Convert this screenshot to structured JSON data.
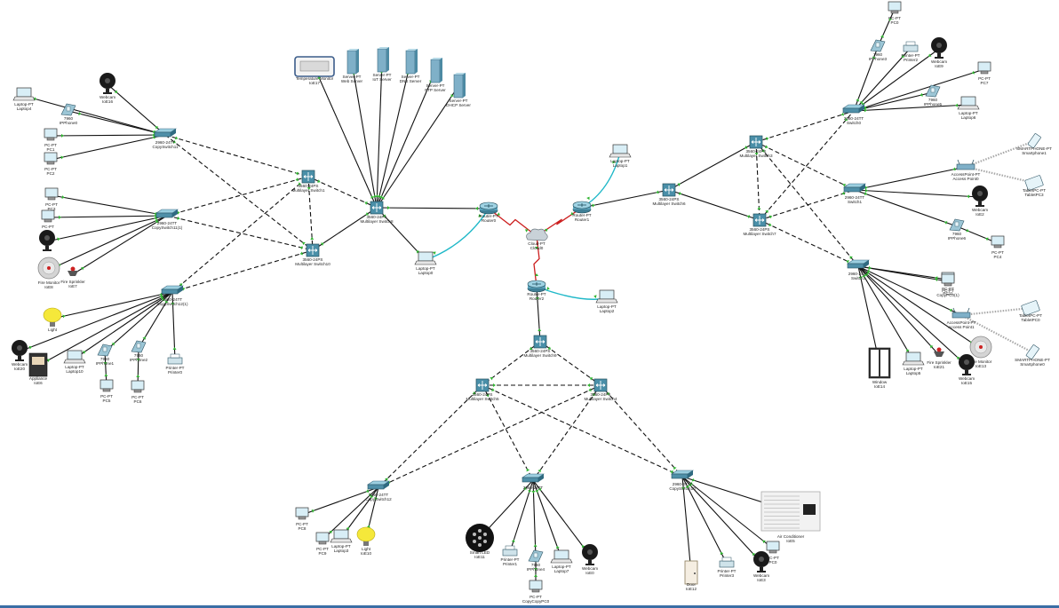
{
  "colors": {
    "ethernet": "#111111",
    "serial": "#cc1f1f",
    "console": "#1fb8c8",
    "port": "#31b431",
    "bottom_bar": "#3a6ea5"
  },
  "nodes": [
    {
      "id": "n1",
      "label": "Laptop-PT",
      "sub": "Laptop4",
      "type": "laptop"
    },
    {
      "id": "n2",
      "label": "Webcam",
      "sub": "IoE16",
      "type": "webcam"
    },
    {
      "id": "n3",
      "label": "7960",
      "sub": "IPPhone0",
      "type": "ipphone"
    },
    {
      "id": "n4",
      "label": "PC-PT",
      "sub": "PC1",
      "type": "pc"
    },
    {
      "id": "n5",
      "label": "PC-PT",
      "sub": "PC2",
      "type": "pc"
    },
    {
      "id": "n6",
      "label": "2960-24TT",
      "sub": "CopySwitch11",
      "type": "switch"
    },
    {
      "id": "n7",
      "label": "PC-PT",
      "sub": "PC3",
      "type": "pc"
    },
    {
      "id": "n8",
      "label": "PC-PT",
      "sub": "",
      "type": "pc"
    },
    {
      "id": "n9",
      "label": "2960-24TT",
      "sub": "CopySwitch11(1)",
      "type": "switch"
    },
    {
      "id": "n10",
      "label": "",
      "sub": "",
      "type": "webcam"
    },
    {
      "id": "n11",
      "label": "Fire Monitor",
      "sub": "IoE8",
      "type": "firemon"
    },
    {
      "id": "n12",
      "label": "Fire Sprinkler",
      "sub": "IoE7",
      "type": "sprinkler"
    },
    {
      "id": "n13",
      "label": "3560-24PS",
      "sub": "Multilayer Switch1",
      "type": "mls"
    },
    {
      "id": "n14",
      "label": "3560-24PS",
      "sub": "Multilayer Switch10",
      "type": "mls"
    },
    {
      "id": "n15",
      "label": "2960-24TT",
      "sub": "CopySwitch12(1)",
      "type": "switch"
    },
    {
      "id": "n16",
      "label": "Light",
      "sub": "",
      "type": "light"
    },
    {
      "id": "n17",
      "label": "Webcam",
      "sub": "IoE20",
      "type": "webcam"
    },
    {
      "id": "n18",
      "label": "Appliance",
      "sub": "IoE6",
      "type": "appliance"
    },
    {
      "id": "n19",
      "label": "Laptop-PT",
      "sub": "Laptop10",
      "type": "laptop"
    },
    {
      "id": "n20",
      "label": "7960",
      "sub": "IPPhone1",
      "type": "ipphone"
    },
    {
      "id": "n21",
      "label": "PC-PT",
      "sub": "PC5",
      "type": "pc"
    },
    {
      "id": "n22",
      "label": "7960",
      "sub": "IPPhone2",
      "type": "ipphone"
    },
    {
      "id": "n23",
      "label": "PC-PT",
      "sub": "PC6",
      "type": "pc"
    },
    {
      "id": "n24",
      "label": "Printer-PT",
      "sub": "Printer0",
      "type": "printer"
    },
    {
      "id": "n25",
      "label": "Temperature Monitor",
      "sub": "IoE17",
      "type": "tempmon"
    },
    {
      "id": "n26",
      "label": "Server-PT",
      "sub": "Web Server",
      "type": "server"
    },
    {
      "id": "n27",
      "label": "Server-PT",
      "sub": "IoT Server",
      "type": "server"
    },
    {
      "id": "n28",
      "label": "Server-PT",
      "sub": "DNS Server",
      "type": "server"
    },
    {
      "id": "n29",
      "label": "Server-PT",
      "sub": "FTP Server",
      "type": "server"
    },
    {
      "id": "n30",
      "label": "Server-PT",
      "sub": "DHCP Server",
      "type": "server"
    },
    {
      "id": "n31",
      "label": "3560-24PS",
      "sub": "Multilayer Switch8",
      "type": "mls"
    },
    {
      "id": "n32",
      "label": "Laptop-PT",
      "sub": "Laptop0",
      "type": "laptop"
    },
    {
      "id": "n33",
      "label": "Router-PT",
      "sub": "Router0",
      "type": "router"
    },
    {
      "id": "n34",
      "label": "Cloud-PT",
      "sub": "Cloud0",
      "type": "cloud"
    },
    {
      "id": "n35",
      "label": "Router-PT",
      "sub": "Router1",
      "type": "router"
    },
    {
      "id": "n36",
      "label": "Laptop-PT",
      "sub": "Laptop1",
      "type": "laptop"
    },
    {
      "id": "n37",
      "label": "3560-24PS",
      "sub": "Multilayer Switch6",
      "type": "mls"
    },
    {
      "id": "n38",
      "label": "Router-PT",
      "sub": "Router2",
      "type": "router"
    },
    {
      "id": "n39",
      "label": "Laptop-PT",
      "sub": "Laptop2",
      "type": "laptop"
    },
    {
      "id": "n40",
      "label": "3560-24PS",
      "sub": "Multilayer Switch9",
      "type": "mls"
    },
    {
      "id": "n41",
      "label": "3560-24PS",
      "sub": "Multilayer Switch5",
      "type": "mls"
    },
    {
      "id": "n42",
      "label": "3560-24PS",
      "sub": "Multilayer Switch4",
      "type": "mls"
    },
    {
      "id": "n43",
      "label": "2960-24TT",
      "sub": "CopySwitch12",
      "type": "switch"
    },
    {
      "id": "n44",
      "label": "2960-24TT",
      "sub": "",
      "type": "switch"
    },
    {
      "id": "n45",
      "label": "2960-24TT",
      "sub": "CopySwitch10",
      "type": "switch"
    },
    {
      "id": "n46",
      "label": "PC-PT",
      "sub": "PC8",
      "type": "pc"
    },
    {
      "id": "n47",
      "label": "PC-PT",
      "sub": "PC9",
      "type": "pc"
    },
    {
      "id": "n48",
      "label": "Laptop-PT",
      "sub": "Laptop3",
      "type": "laptop"
    },
    {
      "id": "n49",
      "label": "Light",
      "sub": "IoE10",
      "type": "light"
    },
    {
      "id": "n50",
      "label": "Smart LED",
      "sub": "IoE11",
      "type": "smartled"
    },
    {
      "id": "n51",
      "label": "Printer-PT",
      "sub": "Printer1",
      "type": "printer"
    },
    {
      "id": "n52",
      "label": "7960",
      "sub": "IPPhone4",
      "type": "ipphone"
    },
    {
      "id": "n53",
      "label": "Laptop-PT",
      "sub": "Laptop7",
      "type": "laptop"
    },
    {
      "id": "n54",
      "label": "Webcam",
      "sub": "IoE0",
      "type": "webcam"
    },
    {
      "id": "n55",
      "label": "PC-PT",
      "sub": "CopyCopyPC0",
      "type": "pc"
    },
    {
      "id": "n56",
      "label": "Door",
      "sub": "IoE12",
      "type": "door"
    },
    {
      "id": "n57",
      "label": "Printer-PT",
      "sub": "Printer3",
      "type": "printer"
    },
    {
      "id": "n58",
      "label": "Webcam",
      "sub": "IoE3",
      "type": "webcam"
    },
    {
      "id": "n59",
      "label": "PC-PT",
      "sub": "PC0",
      "type": "pc"
    },
    {
      "id": "n60",
      "label": "Air Conditioner",
      "sub": "IoE5",
      "type": "aircon"
    },
    {
      "id": "n61",
      "label": "3560-24PS",
      "sub": "Multilayer Switch3",
      "type": "mls"
    },
    {
      "id": "n62",
      "label": "3560-24PS",
      "sub": "Multilayer Switch7",
      "type": "mls"
    },
    {
      "id": "n63",
      "label": "2960-24TT",
      "sub": "Switch0",
      "type": "switch"
    },
    {
      "id": "n64",
      "label": "2960-24TT",
      "sub": "Switch1",
      "type": "switch"
    },
    {
      "id": "n65",
      "label": "2960-24TT",
      "sub": "Switch2",
      "type": "switch"
    },
    {
      "id": "n66",
      "label": "PC-PT",
      "sub": "PC4",
      "type": "pc"
    },
    {
      "id": "n67",
      "label": "7960",
      "sub": "IPPhone3",
      "type": "ipphone"
    },
    {
      "id": "n68",
      "label": "Printer-PT",
      "sub": "Printer2",
      "type": "printer"
    },
    {
      "id": "n69",
      "label": "Webcam",
      "sub": "IoE9",
      "type": "webcam"
    },
    {
      "id": "n70",
      "label": "PC-PT",
      "sub": "PC7",
      "type": "pc"
    },
    {
      "id": "n71",
      "label": "7960",
      "sub": "IPPhone5",
      "type": "ipphone"
    },
    {
      "id": "n72",
      "label": "Laptop-PT",
      "sub": "Laptop6",
      "type": "laptop"
    },
    {
      "id": "n73",
      "label": "SMARTPHONE-PT",
      "sub": "Smartphone1",
      "type": "phone"
    },
    {
      "id": "n74",
      "label": "AccessPoint-PT",
      "sub": "Access Point0",
      "type": "ap"
    },
    {
      "id": "n75",
      "label": "TabletPC-PT",
      "sub": "TabletPC3",
      "type": "tablet"
    },
    {
      "id": "n76",
      "label": "Webcam",
      "sub": "IoE2",
      "type": "webcam"
    },
    {
      "id": "n77",
      "label": "7960",
      "sub": "IPPhone6",
      "type": "ipphone"
    },
    {
      "id": "n78",
      "label": "PC-PT",
      "sub": "PC11",
      "type": "pc"
    },
    {
      "id": "n79",
      "label": "PC-PT",
      "sub": "CopyPC0(1)",
      "type": "pc"
    },
    {
      "id": "n80",
      "label": "AccessPoint-PT",
      "sub": "Access Point1",
      "type": "ap"
    },
    {
      "id": "n81",
      "label": "TabletPC-PT",
      "sub": "TabletPC0",
      "type": "tablet"
    },
    {
      "id": "n82",
      "label": "SMARTPHONE-PT",
      "sub": "Smartphone0",
      "type": "phone"
    },
    {
      "id": "n83",
      "label": "Window",
      "sub": "IoE14",
      "type": "window"
    },
    {
      "id": "n84",
      "label": "Laptop-PT",
      "sub": "Laptop5",
      "type": "laptop"
    },
    {
      "id": "n85",
      "label": "Fire Sprinkler",
      "sub": "IoE21",
      "type": "sprinkler"
    },
    {
      "id": "n86",
      "label": "Webcam",
      "sub": "IoE15",
      "type": "webcam"
    },
    {
      "id": "n87",
      "label": "Fire Monitor",
      "sub": "IoE13",
      "type": "firemon"
    },
    {
      "id": "n88",
      "label": "PC-PT",
      "sub": "PC0",
      "type": "pc"
    }
  ],
  "links": [
    [
      "n1",
      "n6",
      "eth"
    ],
    [
      "n2",
      "n6",
      "eth"
    ],
    [
      "n3",
      "n6",
      "eth"
    ],
    [
      "n4",
      "n6",
      "eth"
    ],
    [
      "n5",
      "n6",
      "eth"
    ],
    [
      "n6",
      "n13",
      "dash"
    ],
    [
      "n6",
      "n14",
      "dash"
    ],
    [
      "n7",
      "n9",
      "eth"
    ],
    [
      "n8",
      "n9",
      "eth"
    ],
    [
      "n10",
      "n9",
      "eth"
    ],
    [
      "n11",
      "n9",
      "eth"
    ],
    [
      "n12",
      "n9",
      "eth"
    ],
    [
      "n9",
      "n13",
      "dash"
    ],
    [
      "n9",
      "n14",
      "dash"
    ],
    [
      "n15",
      "n13",
      "dash"
    ],
    [
      "n15",
      "n14",
      "dash"
    ],
    [
      "n16",
      "n15",
      "eth"
    ],
    [
      "n17",
      "n15",
      "eth"
    ],
    [
      "n18",
      "n15",
      "eth"
    ],
    [
      "n19",
      "n15",
      "eth"
    ],
    [
      "n20",
      "n15",
      "eth"
    ],
    [
      "n22",
      "n15",
      "eth"
    ],
    [
      "n24",
      "n15",
      "eth"
    ],
    [
      "n20",
      "n21",
      "eth"
    ],
    [
      "n22",
      "n23",
      "eth"
    ],
    [
      "n13",
      "n31",
      "dash"
    ],
    [
      "n14",
      "n31",
      "eth"
    ],
    [
      "n13",
      "n14",
      "dash"
    ],
    [
      "n25",
      "n31",
      "eth"
    ],
    [
      "n26",
      "n31",
      "eth"
    ],
    [
      "n27",
      "n31",
      "eth"
    ],
    [
      "n28",
      "n31",
      "eth"
    ],
    [
      "n29",
      "n31",
      "eth"
    ],
    [
      "n30",
      "n31",
      "eth"
    ],
    [
      "n31",
      "n33",
      "eth"
    ],
    [
      "n31",
      "n32",
      "eth"
    ],
    [
      "n32",
      "n33",
      "console"
    ],
    [
      "n33",
      "n34",
      "serial"
    ],
    [
      "n35",
      "n34",
      "serial"
    ],
    [
      "n38",
      "n34",
      "serial"
    ],
    [
      "n35",
      "n36",
      "console"
    ],
    [
      "n35",
      "n37",
      "eth"
    ],
    [
      "n38",
      "n39",
      "console"
    ],
    [
      "n38",
      "n40",
      "eth"
    ],
    [
      "n40",
      "n41",
      "dash"
    ],
    [
      "n40",
      "n42",
      "dash"
    ],
    [
      "n41",
      "n42",
      "dash"
    ],
    [
      "n41",
      "n43",
      "dash"
    ],
    [
      "n41",
      "n44",
      "dash"
    ],
    [
      "n41",
      "n45",
      "dash"
    ],
    [
      "n42",
      "n43",
      "dash"
    ],
    [
      "n42",
      "n44",
      "dash"
    ],
    [
      "n42",
      "n45",
      "dash"
    ],
    [
      "n46",
      "n43",
      "eth"
    ],
    [
      "n47",
      "n43",
      "eth"
    ],
    [
      "n48",
      "n43",
      "eth"
    ],
    [
      "n49",
      "n43",
      "eth"
    ],
    [
      "n50",
      "n44",
      "eth"
    ],
    [
      "n51",
      "n44",
      "eth"
    ],
    [
      "n52",
      "n44",
      "eth"
    ],
    [
      "n53",
      "n44",
      "eth"
    ],
    [
      "n54",
      "n44",
      "eth"
    ],
    [
      "n52",
      "n55",
      "eth"
    ],
    [
      "n56",
      "n45",
      "eth"
    ],
    [
      "n57",
      "n45",
      "eth"
    ],
    [
      "n58",
      "n45",
      "eth"
    ],
    [
      "n59",
      "n45",
      "eth"
    ],
    [
      "n60",
      "n45",
      "eth"
    ],
    [
      "n37",
      "n61",
      "eth"
    ],
    [
      "n37",
      "n62",
      "eth"
    ],
    [
      "n61",
      "n62",
      "dash"
    ],
    [
      "n61",
      "n63",
      "dash"
    ],
    [
      "n61",
      "n64",
      "dash"
    ],
    [
      "n61",
      "n65",
      "dash"
    ],
    [
      "n62",
      "n63",
      "dash"
    ],
    [
      "n62",
      "n64",
      "dash"
    ],
    [
      "n62",
      "n65",
      "dash"
    ],
    [
      "n88",
      "n67",
      "eth"
    ],
    [
      "n67",
      "n63",
      "eth"
    ],
    [
      "n68",
      "n63",
      "eth"
    ],
    [
      "n69",
      "n63",
      "eth"
    ],
    [
      "n70",
      "n63",
      "eth"
    ],
    [
      "n71",
      "n63",
      "eth"
    ],
    [
      "n72",
      "n63",
      "eth"
    ],
    [
      "n74",
      "n64",
      "eth"
    ],
    [
      "n75",
      "n74",
      "wifi"
    ],
    [
      "n73",
      "n74",
      "wifi"
    ],
    [
      "n76",
      "n64",
      "eth"
    ],
    [
      "n77",
      "n64",
      "eth"
    ],
    [
      "n66",
      "n77",
      "eth"
    ],
    [
      "n78",
      "n65",
      "eth"
    ],
    [
      "n79",
      "n65",
      "eth"
    ],
    [
      "n80",
      "n65",
      "eth"
    ],
    [
      "n81",
      "n80",
      "wifi"
    ],
    [
      "n82",
      "n80",
      "wifi"
    ],
    [
      "n83",
      "n65",
      "eth"
    ],
    [
      "n84",
      "n65",
      "eth"
    ],
    [
      "n85",
      "n65",
      "eth"
    ],
    [
      "n86",
      "n65",
      "eth"
    ],
    [
      "n87",
      "n65",
      "eth"
    ]
  ]
}
